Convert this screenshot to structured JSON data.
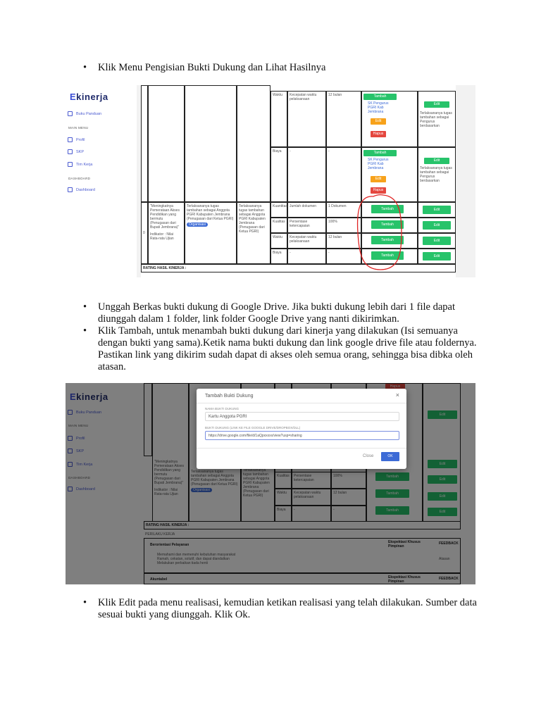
{
  "steps": [
    "Klik Menu Pengisian Bukti Dukung dan Lihat Hasilnya",
    "Unggah Berkas bukti dukung di Google Drive. Jika bukti dukung lebih dari 1 file dapat diunggah dalam 1 folder, link folder Google Drive yang nanti dikirimkan.",
    "Klik Tambah, untuk menambah bukti dukung dari kinerja yang dilakukan (Isi semuanya dengan bukti yang sama).Ketik nama bukti dukung dan link google drive file atau foldernya. Pastikan link yang dikirim sudah dapat di akses oleh semua orang, sehingga bisa dibka oleh atasan.",
    "Klik Edit pada menu realisasi, kemudian ketikan realisasi yang telah dilakukan. Sumber data sesuai bukti yang diunggah. Klik Ok."
  ],
  "bullet_char": "•",
  "app": {
    "logo_e": "E",
    "logo_rest": "kinerja",
    "menu": {
      "buku_panduan": "Buku Panduan",
      "main_menu": "MAIN MENU",
      "profil": "Profil",
      "skp": "SKP",
      "tim_kerja": "Tim Kerja",
      "dashboard_section": "DASHBOARD",
      "dashboard": "Dashboard"
    }
  },
  "table": {
    "row_index": "0",
    "rencana": "\"Meningkatnya Pemerataan Akses Pendidikan yang bermutu (Penugasan dari Bupati Jembrana)\"",
    "indikator": "Indikator : Nilai Rata-rata Ujian",
    "hasil": "Terlaksananya tugas tambahan sebagai Anggota PGRI Kabupaten Jembrana (Penugasan dari Ketua PGRI)",
    "badge": "Organisasi",
    "aspek": [
      "Kuantitas",
      "Kualitas",
      "Waktu",
      "Biaya"
    ],
    "indikator_items": [
      "Jumlah dokumen",
      "Persentase ketercapaian",
      "Kecepatan waktu pelaksanaan",
      "-"
    ],
    "target": [
      "1 Dokumen",
      "100%",
      "12 bulan",
      "-"
    ],
    "upper_waktu": "Waktu",
    "upper_waktu_ind": "Kecepatan waktu pelaksanaan",
    "upper_waktu_target": "12 bulan",
    "upper_biaya": "Biaya",
    "sk_item": "SK Pengurus PGRI Kab Jembrana",
    "realisasi_text": "Terlaksananya tugas tambahan sebagai Pengurus berdasarkan",
    "tambah": "Tambah",
    "edit": "Edit",
    "hapus": "Hapus",
    "rating": "RATING HASIL KINERJA :"
  },
  "modal": {
    "title": "Tambah Bukti Dukung",
    "close": "×",
    "name_label": "NAMA BUKTI DUKUNG",
    "name_value": "Kartu Anggota PGRI",
    "link_label": "BUKTI DUKUNG (LINK KE FILE GOOGLE DRIVE/DROPBOX/DLL)",
    "link_value": "https://drive.google.com/file/d/1aQpxxxxx/view?usp=sharing",
    "cancel": "Close",
    "ok": "OK"
  },
  "lower": {
    "perilaku": "PERILAKU KERJA",
    "berorientasi": "Berorientasi Pelayanan",
    "items": [
      "Memahami dan memenuhi kebutuhan masyarakat",
      "Ramah, cekatan, solutif, dan dapat diandalkan",
      "Melakukan perbaikan tiada henti"
    ],
    "ekspektasi": "Ekspektasi Khusus Pimpinan",
    "feedback": "FEEDBACK",
    "atasan": "Atasan",
    "akuntabel": "Akuntabel"
  }
}
